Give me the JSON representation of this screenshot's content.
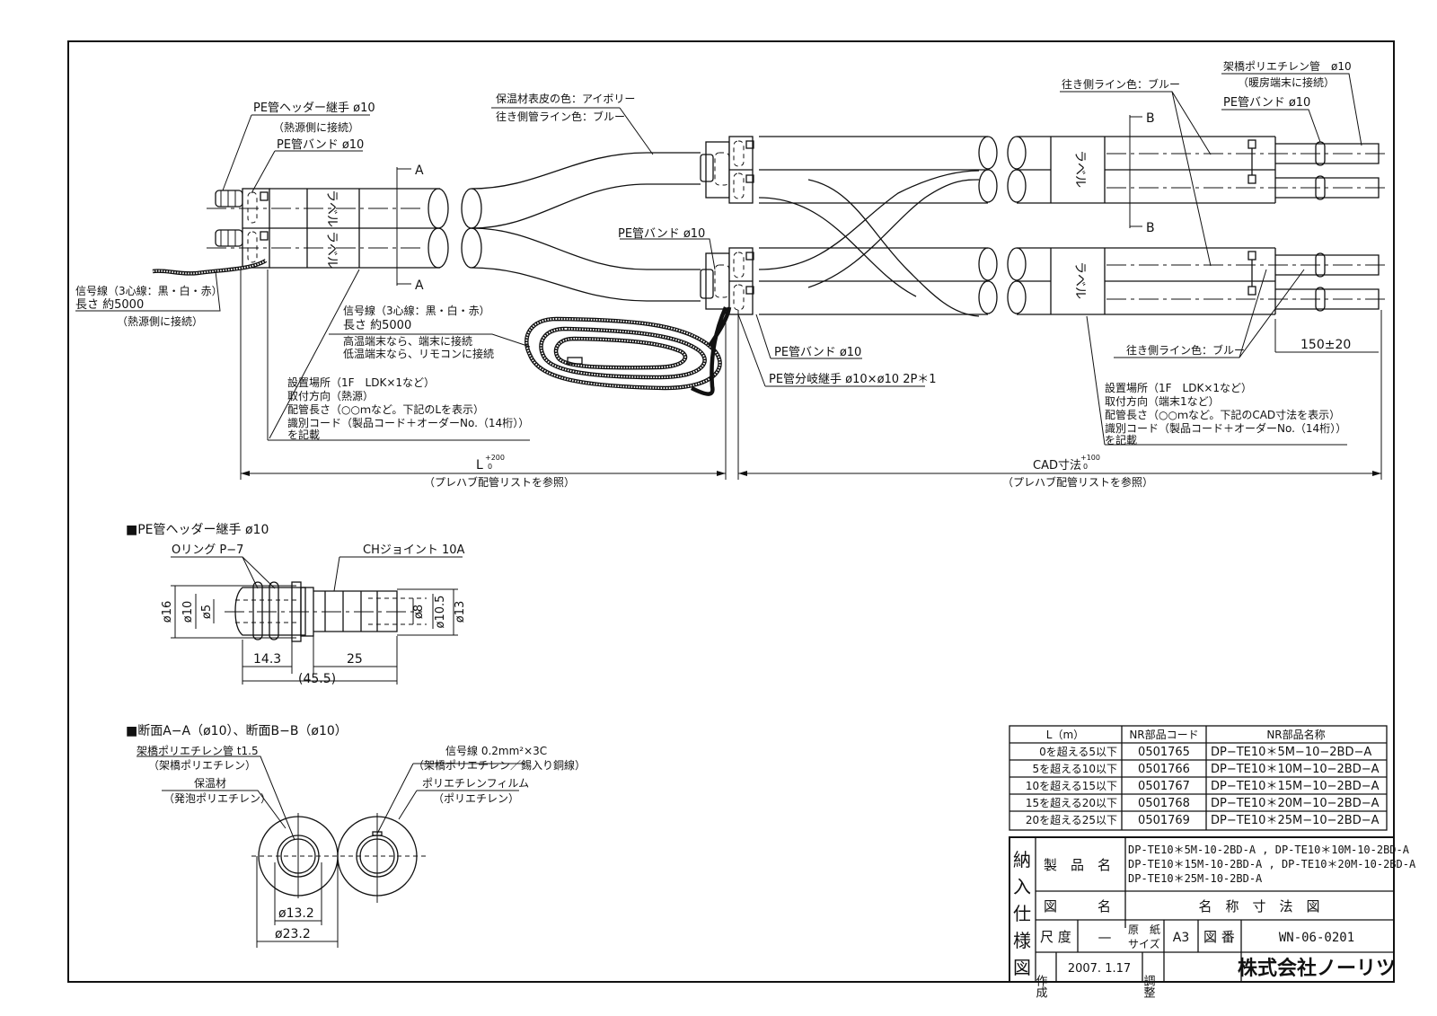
{
  "main_drawing": {
    "left_end": {
      "header_joint": "PE管ヘッダー継手 ø10",
      "header_joint_note": "（熱源側に接続）",
      "band": "PE管バンド ø10",
      "signal_wire_line1": "信号線（3心線：黒・白・赤）",
      "signal_wire_line2": "長さ 約5000",
      "signal_wire_note": "（熱源側に接続）",
      "label_text": "ラベル",
      "section_mark": "A"
    },
    "middle": {
      "insulation_color": "保温材表皮の色：アイボリー",
      "line_color": "往き側管ライン色：ブルー",
      "band": "PE管バンド ø10",
      "signal_wire_line1": "信号線（3心線：黒・白・赤）",
      "signal_wire_line2": "長さ 約5000",
      "signal_wire_note1": "高温端末なら、端末に接続",
      "signal_wire_note2": "低温端末なら、リモコンに接続",
      "band2": "PE管バンド ø10",
      "branch_joint": "PE管分岐継手 ø10×ø10 2P＊1"
    },
    "right_end": {
      "pe_pipe": "架橋ポリエチレン管　ø10",
      "pe_pipe_note": "（暖房端末に接続）",
      "band": "PE管バンド ø10",
      "line_color_top": "往き側ライン色：ブルー",
      "line_color_bottom": "往き側ライン色：ブルー",
      "label_text": "ラベル",
      "section_mark": "B",
      "tail_dim": "150±20"
    },
    "left_label_info": [
      "設置場所（1F　LDK×1など）",
      "取付方向（熱源）",
      "配管長さ（○○ｍなど。下記のLを表示）",
      "識別コード（製品コード＋オーダーNo.（14桁））",
      "を記載"
    ],
    "right_label_info": [
      "設置場所（1F　LDK×1など）",
      "取付方向（端末1など）",
      "配管長さ（○○ｍなど。下記のCAD寸法を表示）",
      "識別コード（製品コード＋オーダーNo.（14桁））",
      "を記載"
    ],
    "dim_left": {
      "label": "L",
      "tol_upper": "+200",
      "tol_lower": "0",
      "note": "（プレハブ配管リストを参照）"
    },
    "dim_right": {
      "label": "CAD寸法",
      "tol_upper": "+100",
      "tol_lower": "0",
      "note": "（プレハブ配管リストを参照）"
    }
  },
  "header_joint_detail": {
    "title": "■PE管ヘッダー継手 ø10",
    "o_ring": "Oリング P−7",
    "ch_joint": "CHジョイント 10A",
    "dims": {
      "d16": "ø16",
      "d10": "ø10",
      "d5": "ø5",
      "d8": "ø8",
      "d10_5": "ø10.5",
      "d13": "ø13",
      "len_14_3": "14.3",
      "len_25": "25",
      "len_total": "(45.5)"
    }
  },
  "section_detail": {
    "title": "■断面A−A（ø10）、断面B−B（ø10）",
    "pipe_line1": "架橋ポリエチレン管 t1.5",
    "pipe_line2": "（架橋ポリエチレン）",
    "insulation_line1": "保温材",
    "insulation_line2": "（発泡ポリエチレン）",
    "signal_line1": "信号線 0.2mm²×3C",
    "signal_line2": "（架橋ポリエチレン／錫入り銅線）",
    "film_line1": "ポリエチレンフィルム",
    "film_line2": "（ポリエチレン）",
    "dim_inner": "ø13.2",
    "dim_outer": "ø23.2"
  },
  "parts_table": {
    "headers": [
      "L（m）",
      "NR部品コード",
      "NR部品名称"
    ],
    "rows": [
      [
        "0を超える5以下",
        "0501765",
        "DP−TE10＊5M−10−2BD−A"
      ],
      [
        "5を超える10以下",
        "0501766",
        "DP−TE10＊10M−10−2BD−A"
      ],
      [
        "10を超える15以下",
        "0501767",
        "DP−TE10＊15M−10−2BD−A"
      ],
      [
        "15を超える20以下",
        "0501768",
        "DP−TE10＊20M−10−2BD−A"
      ],
      [
        "20を超える25以下",
        "0501769",
        "DP−TE10＊25M−10−2BD−A"
      ]
    ]
  },
  "title_block": {
    "side_title": [
      "納",
      "入",
      "仕",
      "様",
      "図"
    ],
    "product_name_label": "製　品　名",
    "product_names": [
      "DP-TE10＊5M-10-2BD-A , DP-TE10＊10M-10-2BD-A",
      "DP-TE10＊15M-10-2BD-A , DP-TE10＊20M-10-2BD-A",
      "DP-TE10＊25M-10-2BD-A"
    ],
    "drawing_name_label": "図　　　名",
    "drawing_name": "名　称　寸　法　図",
    "scale_label": "尺 度",
    "scale_value": "—",
    "paper_size_label1": "原　紙",
    "paper_size_label2": "サイズ",
    "paper_size": "A3",
    "drawing_no_label": "図 番",
    "drawing_no": "WN-06-0201",
    "created_label": "作成",
    "created_date": "2007. 1.17",
    "adjusted_label": "調整",
    "adjusted_value": "",
    "company": "株式会社ノーリツ"
  }
}
